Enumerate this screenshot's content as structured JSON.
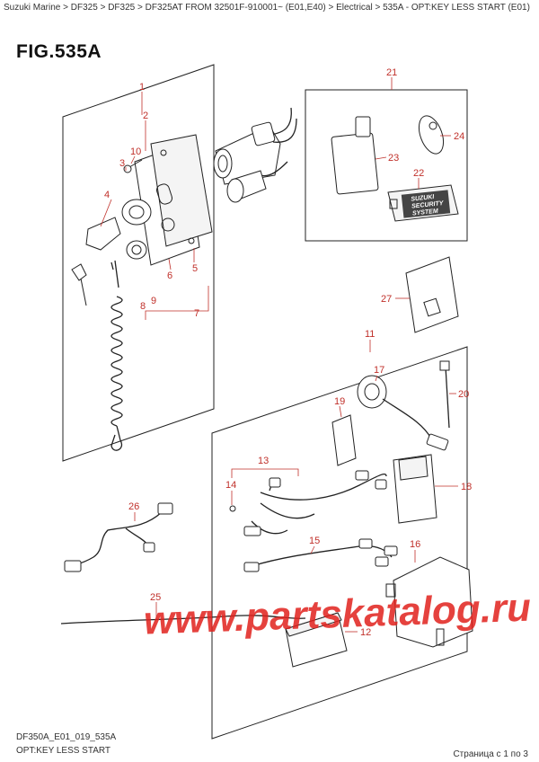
{
  "breadcrumb": {
    "items": [
      "Suzuki Marine",
      "DF325",
      "DF325",
      "DF325AT FROM 32501F-910001~  (E01,E40)",
      "Electrical",
      "535A - OPT:KEY LESS START (E01)"
    ],
    "separator": ">"
  },
  "figure": {
    "title": "FIG.535A"
  },
  "callouts": [
    "1",
    "2",
    "3",
    "10",
    "4",
    "5",
    "6",
    "7",
    "8",
    "9",
    "21",
    "23",
    "24",
    "22",
    "27",
    "11",
    "17",
    "19",
    "20",
    "13",
    "14",
    "18",
    "26",
    "15",
    "16",
    "25",
    "12"
  ],
  "badge": {
    "line1": "SUZUKI",
    "line2": "SECURITY",
    "line3": "SYSTEM"
  },
  "watermark": "www.partskatalog.ru",
  "footer": {
    "code": "DF350A_E01_019_535A",
    "caption": "OPT:KEY LESS START",
    "pager": "Страница с 1 по 3"
  },
  "colors": {
    "callout": "#c0302a",
    "watermark": "#e0211c"
  }
}
